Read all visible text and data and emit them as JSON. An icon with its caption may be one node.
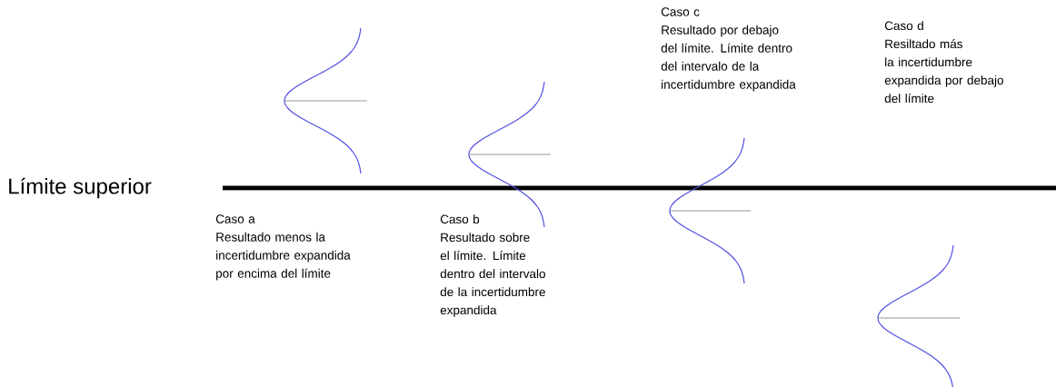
{
  "diagram": {
    "labels": [
      "Límite superior",
      "Caso a",
      "Resultado menos la incertidumbre expandida por encima del límite",
      "Caso b",
      "Resultado sobre el límite. Límite dentro del intervalo de la incertidumbre expandida",
      "Caso c",
      "Resultado por debajo del límite. Límite dentro del intervalo de la incertidumbre expandida",
      "Caso d",
      "Resiltado más  la incertidumbre expandida por debajo del límite"
    ]
  }
}
